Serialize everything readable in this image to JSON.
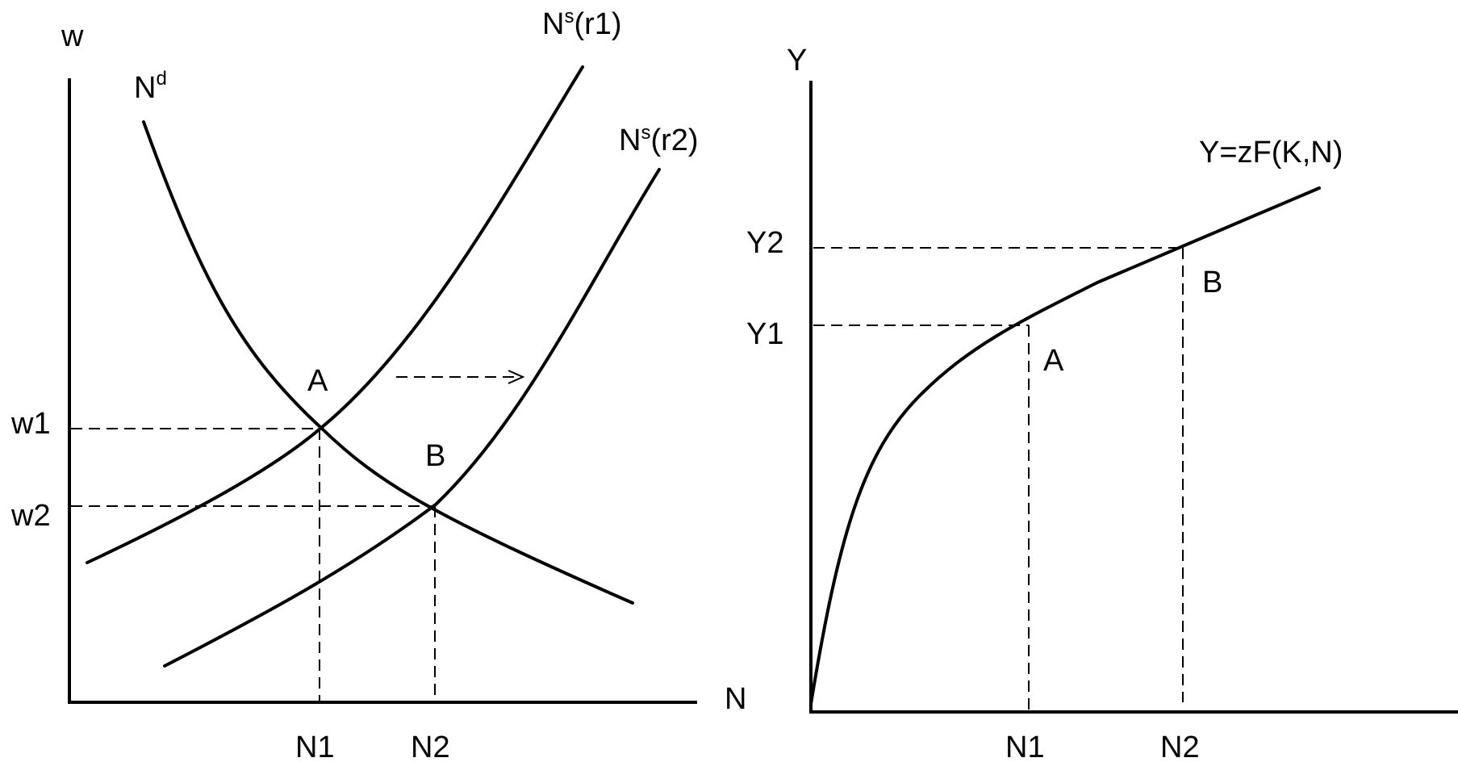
{
  "left_diagram": {
    "y_axis_label": "w",
    "x_axis_label": "N",
    "demand_curve": {
      "base": "N",
      "superscript": "d"
    },
    "supply_curve_1": {
      "base": "N",
      "superscript": "s",
      "suffix": "(r1)"
    },
    "supply_curve_2": {
      "base": "N",
      "superscript": "s",
      "suffix": "(r2)"
    },
    "point_a": "A",
    "point_b": "B",
    "w1": "w1",
    "w2": "w2",
    "n1": "N1",
    "n2": "N2"
  },
  "right_diagram": {
    "y_axis_label": "Y",
    "production_function": "Y=zF(K,N)",
    "point_a": "A",
    "point_b": "B",
    "y1": "Y1",
    "y2": "Y2",
    "n1": "N1",
    "n2": "N2"
  }
}
